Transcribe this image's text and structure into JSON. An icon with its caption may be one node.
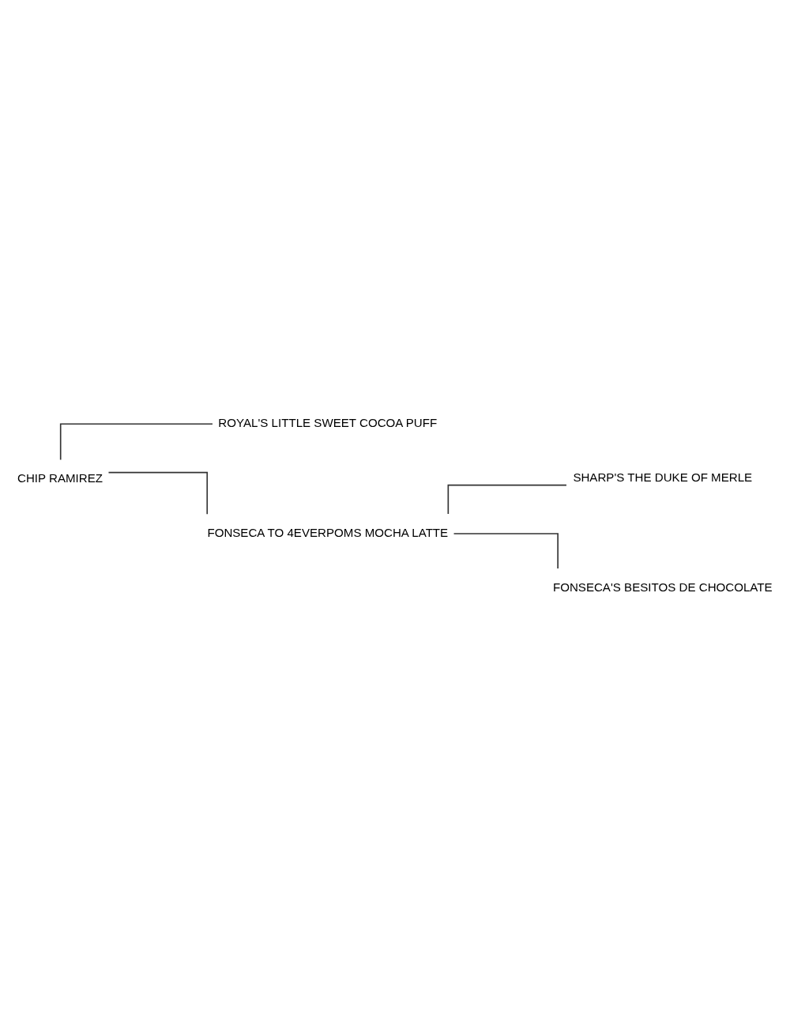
{
  "diagram": {
    "nodes": [
      {
        "text": [
          "CHIP RAMIREZ"
        ]
      },
      {
        "text": [
          "ROYAL'S LITTLE SWEET COCOA PUFF"
        ]
      },
      {
        "text": [
          "FONSECA TO 4EVERPOMS MOCHA LATTE"
        ]
      },
      {
        "text": [
          "SHARP'S THE DUKE OF MERLE"
        ]
      },
      {
        "text": [
          "FONSECA'S BESITOS DE CHOCOLATE"
        ]
      }
    ],
    "edges": [
      {
        "from": 0,
        "to": 1,
        "arrow": "none"
      },
      {
        "from": 0,
        "to": 2,
        "arrow": "none"
      },
      {
        "from": 2,
        "to": 3,
        "arrow": "none"
      },
      {
        "from": 2,
        "to": 4,
        "arrow": "none"
      }
    ]
  }
}
